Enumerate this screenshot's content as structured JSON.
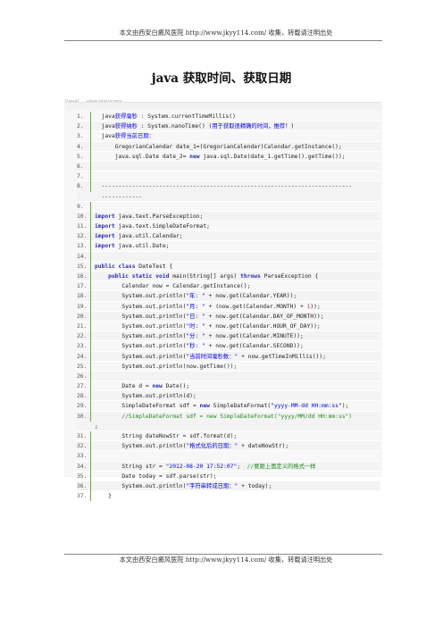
{
  "header": {
    "text": "本文由西安白癜风医院 http://www.jkyy114.com/ 收集，转载请注明出处"
  },
  "title": "java 获取时间、获取日期",
  "tags": {
    "tag": "[java]",
    "link": "view plaincopy"
  },
  "code_lines": [
    {
      "n": "1.",
      "t": "  java获得毫秒 : System.currentTimeMillis()"
    },
    {
      "n": "2.",
      "t": "  java获得纳秒 : System.nanoTime() (用于获取很精确的时间，推荐！)"
    },
    {
      "n": "3.",
      "t": "  java获得当前日期："
    },
    {
      "n": "4.",
      "t": "      GregorianCalendar date_1=(GregorianCalendar)Calendar.getInstance();"
    },
    {
      "n": "5.",
      "t": "      java.sql.Date date_2= new java.sql.Date(date_1.getTime().getTime());"
    },
    {
      "n": "6.",
      "t": ""
    },
    {
      "n": "7.",
      "t": ""
    },
    {
      "n": "8.",
      "t": "  --------------------------------------------------------------------------\n  ------------",
      "tall": true
    },
    {
      "n": "9.",
      "t": ""
    },
    {
      "n": "10.",
      "t": "import java.text.ParseException;"
    },
    {
      "n": "11.",
      "t": "import java.text.SimpleDateFormat;"
    },
    {
      "n": "12.",
      "t": "import java.util.Calendar;"
    },
    {
      "n": "13.",
      "t": "import java.util.Date;"
    },
    {
      "n": "14.",
      "t": ""
    },
    {
      "n": "15.",
      "t": "public class DateTest {"
    },
    {
      "n": "16.",
      "t": "    public static void main(String[] args) throws ParseException {"
    },
    {
      "n": "17.",
      "t": "        Calendar now = Calendar.getInstance();"
    },
    {
      "n": "18.",
      "t": "        System.out.println(\"年: \" + now.get(Calendar.YEAR));"
    },
    {
      "n": "19.",
      "t": "        System.out.println(\"月: \" + (now.get(Calendar.MONTH) + 1));"
    },
    {
      "n": "20.",
      "t": "        System.out.println(\"日: \" + now.get(Calendar.DAY_OF_MONTH));"
    },
    {
      "n": "21.",
      "t": "        System.out.println(\"时: \" + now.get(Calendar.HOUR_OF_DAY));"
    },
    {
      "n": "22.",
      "t": "        System.out.println(\"分: \" + now.get(Calendar.MINUTE));"
    },
    {
      "n": "23.",
      "t": "        System.out.println(\"秒: \" + now.get(Calendar.SECOND));"
    },
    {
      "n": "24.",
      "t": "        System.out.println(\"当前时间毫秒数：\" + now.getTimeInMillis());"
    },
    {
      "n": "25.",
      "t": "        System.out.println(now.getTime());"
    },
    {
      "n": "26.",
      "t": ""
    },
    {
      "n": "27.",
      "t": "        Date d = new Date();"
    },
    {
      "n": "28.",
      "t": "        System.out.println(d);"
    },
    {
      "n": "29.",
      "t": "        SimpleDateFormat sdf = new SimpleDateFormat(\"yyyy-MM-dd HH:mm:ss\");"
    },
    {
      "n": "30.",
      "t": "        //SimpleDateFormat sdf = new SimpleDateFormat(\"yyyy/MM/dd HH:mm:ss\")\n;",
      "tall": true
    },
    {
      "n": "31.",
      "t": "        String dateNowStr = sdf.format(d);"
    },
    {
      "n": "32.",
      "t": "        System.out.println(\"格式化后的日期：\" + dateNowStr);"
    },
    {
      "n": "33.",
      "t": ""
    },
    {
      "n": "34.",
      "t": "        String str = \"2012-08-20 17:52:07\";  //要跟上面定义的格式一样"
    },
    {
      "n": "35.",
      "t": "        Date today = sdf.parse(str);"
    },
    {
      "n": "36.",
      "t": "        System.out.println(\"字符串转成日期：\" + today);"
    },
    {
      "n": "37.",
      "t": "    }"
    }
  ],
  "footer": {
    "text": "本文由西安白癜风医院 http://www.jkyy114.com/ 收集，转载请注明出处"
  }
}
